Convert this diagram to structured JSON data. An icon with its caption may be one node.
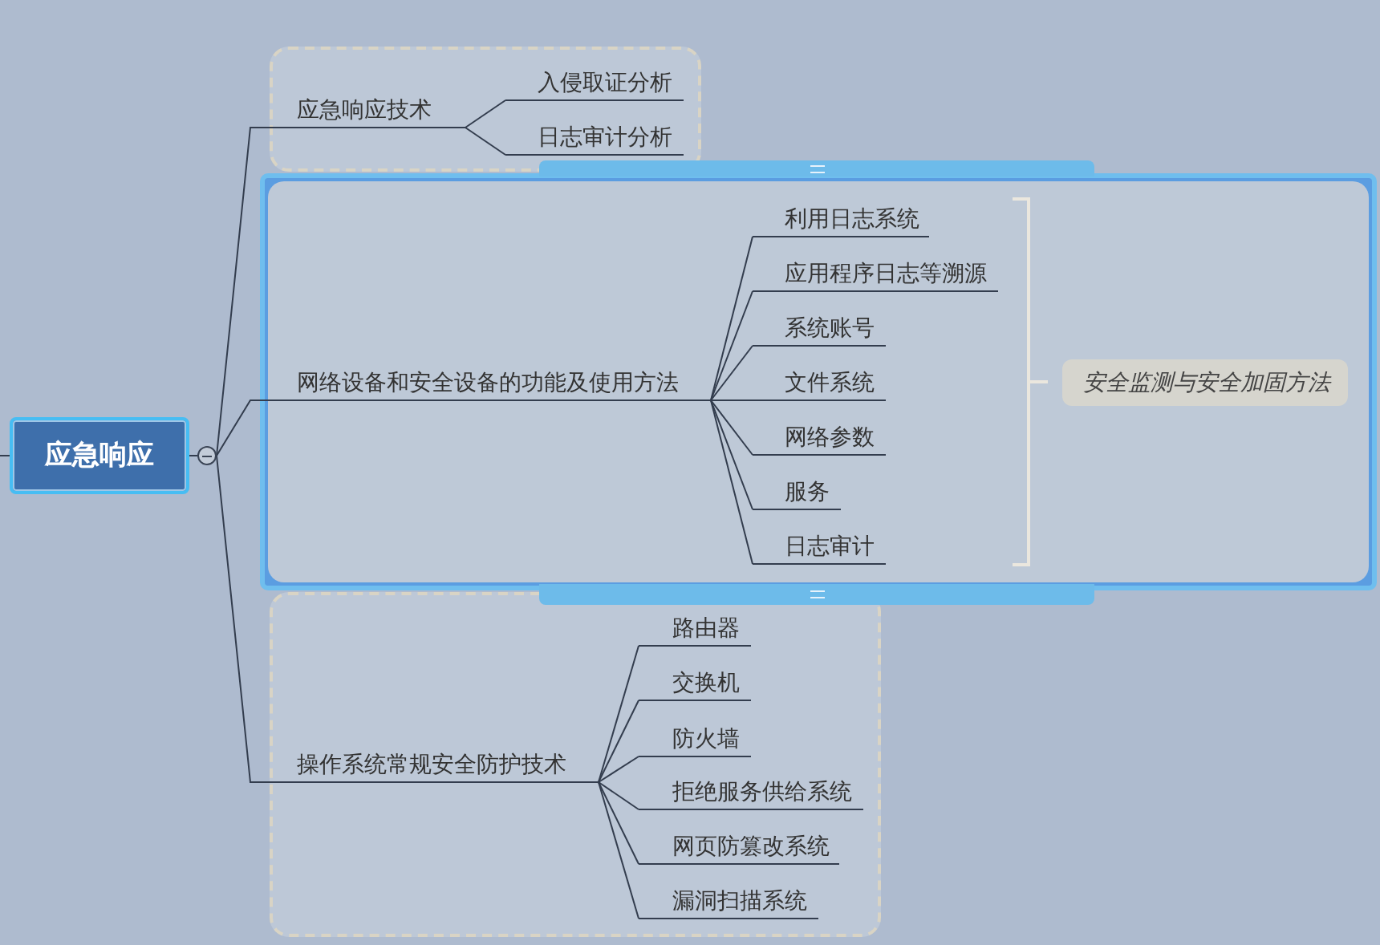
{
  "diagram": {
    "nodes": [
      {
        "text": [
          "应急响应"
        ]
      },
      {
        "text": [],
        "shape": "circle"
      },
      {
        "text": [],
        "shape": "box"
      },
      {
        "text": [
          "应急响应技术"
        ],
        "in": 2
      },
      {
        "text": [
          "入侵取证分析"
        ],
        "in": 2
      },
      {
        "text": [
          "日志审计分析"
        ],
        "in": 2
      },
      {
        "text": [],
        "shape": "box"
      },
      {
        "text": [
          "网络设备和安全设备的功能及使用方法"
        ],
        "in": 6
      },
      {
        "text": [
          "利用日志系统"
        ],
        "in": 6
      },
      {
        "text": [
          "应用程序日志等溯源"
        ],
        "in": 6
      },
      {
        "text": [
          "系统账号"
        ],
        "in": 6
      },
      {
        "text": [
          "文件系统"
        ],
        "in": 6
      },
      {
        "text": [
          "网络参数"
        ],
        "in": 6
      },
      {
        "text": [
          "服务"
        ],
        "in": 6
      },
      {
        "text": [
          "日志审计"
        ],
        "in": 6
      },
      {
        "text": [
          "安全监测与安全加固方法"
        ],
        "in": 6
      },
      {
        "text": [],
        "shape": "box"
      },
      {
        "text": [
          "操作系统常规安全防护技术"
        ],
        "in": 16
      },
      {
        "text": [
          "路由器"
        ],
        "in": 16
      },
      {
        "text": [
          "交换机"
        ],
        "in": 16
      },
      {
        "text": [
          "防火墙"
        ],
        "in": 16
      },
      {
        "text": [
          "拒绝服务供给系统"
        ],
        "in": 16
      },
      {
        "text": [
          "网页防篡改系统"
        ],
        "in": 16
      },
      {
        "text": [
          "漏洞扫描系统"
        ],
        "in": 16
      }
    ],
    "edges": [
      {
        "from": null,
        "to": 0,
        "arrow": "none"
      },
      {
        "from": 0,
        "to": 1,
        "arrow": "none"
      },
      {
        "from": 1,
        "to": 3,
        "arrow": "none"
      },
      {
        "from": 1,
        "to": 7,
        "arrow": "none"
      },
      {
        "from": 1,
        "to": 17,
        "arrow": "none"
      },
      {
        "from": 3,
        "to": 4,
        "arrow": "none"
      },
      {
        "from": 3,
        "to": 5,
        "arrow": "none"
      },
      {
        "from": 7,
        "to": 8,
        "arrow": "none"
      },
      {
        "from": 7,
        "to": 9,
        "arrow": "none"
      },
      {
        "from": 7,
        "to": 10,
        "arrow": "none"
      },
      {
        "from": 7,
        "to": 11,
        "arrow": "none"
      },
      {
        "from": 7,
        "to": 12,
        "arrow": "none"
      },
      {
        "from": 7,
        "to": 13,
        "arrow": "none"
      },
      {
        "from": 7,
        "to": 14,
        "arrow": "none"
      },
      {
        "from": 17,
        "to": 18,
        "arrow": "none"
      },
      {
        "from": 17,
        "to": 19,
        "arrow": "none"
      },
      {
        "from": 17,
        "to": 20,
        "arrow": "none"
      },
      {
        "from": 17,
        "to": 21,
        "arrow": "none"
      },
      {
        "from": 17,
        "to": 22,
        "arrow": "none"
      },
      {
        "from": 17,
        "to": 23,
        "arrow": "none"
      }
    ]
  }
}
